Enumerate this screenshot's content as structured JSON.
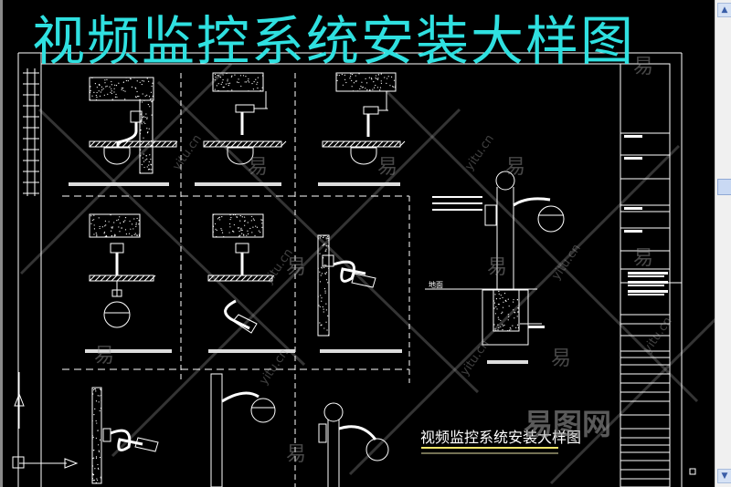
{
  "drawing": {
    "main_title": "视频监控系统安装大样图",
    "sheet_title": "视频监控系统安装大样图",
    "ground_label": "地面"
  },
  "watermark": {
    "glyph": "易",
    "site": "yitu.cn",
    "logo": "易图网"
  },
  "colors": {
    "title": "#2fe0e0",
    "lines": "#ffffff",
    "underline": "#f2e66a"
  },
  "scrollbar": {
    "up": "▲",
    "down": "▼"
  }
}
